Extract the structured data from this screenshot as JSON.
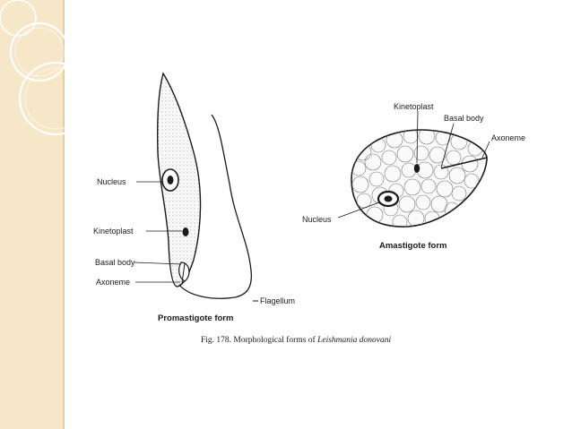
{
  "labels": {
    "promastigote": {
      "nucleus": "Nucleus",
      "kinetoplast": "Kinetoplast",
      "basal_body": "Basal body",
      "axoneme": "Axoneme",
      "flagellum": "Flagellum",
      "form_title": "Promastigote form"
    },
    "amastigote": {
      "kinetoplast": "Kinetoplast",
      "basal_body": "Basal body",
      "axoneme": "Axoneme",
      "nucleus": "Nucleus",
      "form_title": "Amastigote form"
    }
  },
  "caption": {
    "prefix": "Fig. 178. Morphological forms of ",
    "species": "Leishmania donovani"
  },
  "colors": {
    "sidebar": "#f6e7c9",
    "ring": "#ffffff",
    "ink": "#1a1a1a"
  }
}
